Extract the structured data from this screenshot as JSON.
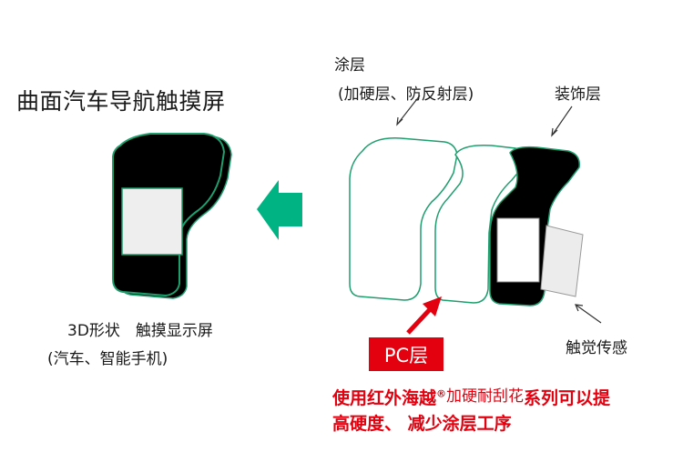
{
  "title": "曲面汽车导航触摸屏",
  "labels": {
    "coating_line1": "涂层",
    "coating_line2": "(加硬层、防反射层)",
    "decoration": "装饰层",
    "display_line1": "3D形状　触摸显示屏",
    "display_line2": "(汽车、智能手机)",
    "touch_sensor": "触觉传感",
    "pc_layer": "PC层"
  },
  "note": {
    "line1_a": "使用红外海越",
    "line1_reg": "®",
    "line1_b": "加硬耐刮花",
    "line1_c": "系列可以提",
    "line2": "高硬度、 减少涂层工序"
  },
  "colors": {
    "arrow_green": "#00b383",
    "screen_border": "#1f9e6e",
    "pc_red": "#e3000f",
    "panel_black": "#000000",
    "screen_gray": "#eeeeee"
  }
}
